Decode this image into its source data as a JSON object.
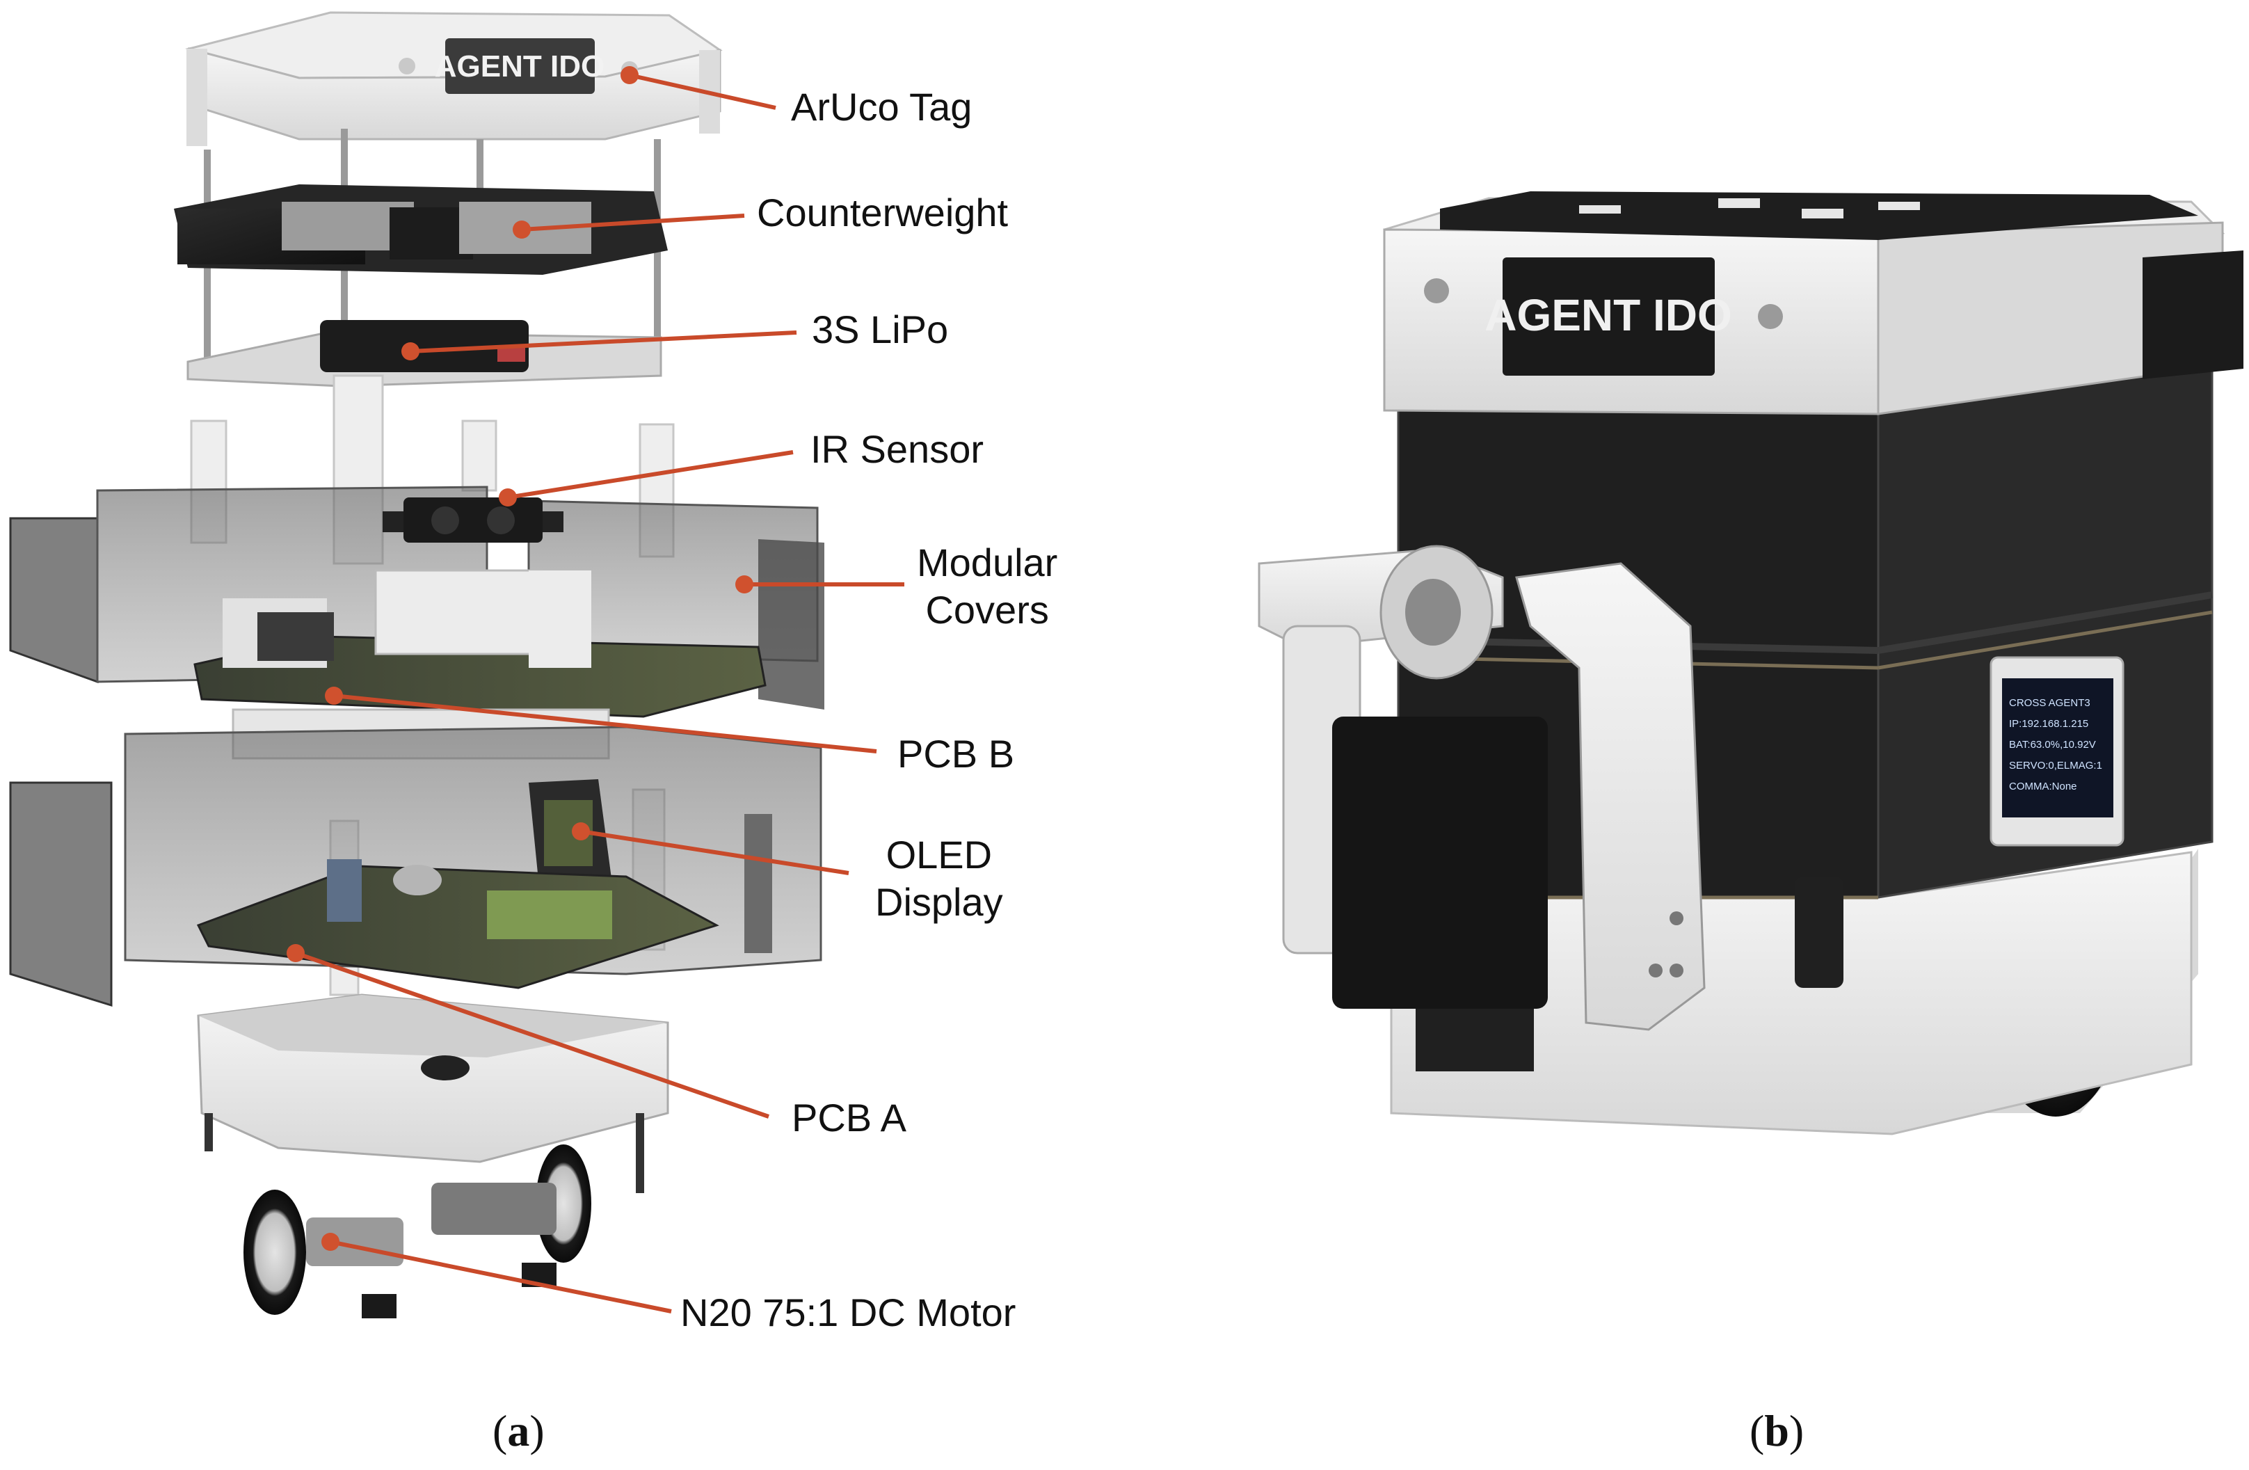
{
  "panel_a": {
    "callouts": [
      {
        "id": "aruco",
        "text": "ArUco Tag"
      },
      {
        "id": "counterweight",
        "text": "Counterweight"
      },
      {
        "id": "lipo",
        "text": "3S LiPo"
      },
      {
        "id": "ir",
        "text": "IR Sensor"
      },
      {
        "id": "covers",
        "text": "Modular\nCovers"
      },
      {
        "id": "pcbb",
        "text": "PCB B"
      },
      {
        "id": "oled",
        "text": "OLED\nDisplay"
      },
      {
        "id": "pcba",
        "text": "PCB A"
      },
      {
        "id": "motor",
        "text": "N20 75:1 DC Motor"
      }
    ],
    "logo_text": "AGENT IDO",
    "caption_open": "(",
    "caption_letter": "a",
    "caption_close": ")"
  },
  "panel_b": {
    "logo_text": "AGENT IDO",
    "oled_lines": [
      "CROSS AGENT3",
      "IP:192.168.1.215",
      "BAT:63.0%,10.92V",
      "SERVO:0,ELMAG:1",
      "COMMA:None"
    ],
    "caption_open": "(",
    "caption_letter": "b",
    "caption_close": ")"
  },
  "colors": {
    "callout_line": "#c94a2a",
    "callout_dot": "#d0512e",
    "dark_panel": "#1d1d1d",
    "light_part": "#e9e9e9"
  }
}
